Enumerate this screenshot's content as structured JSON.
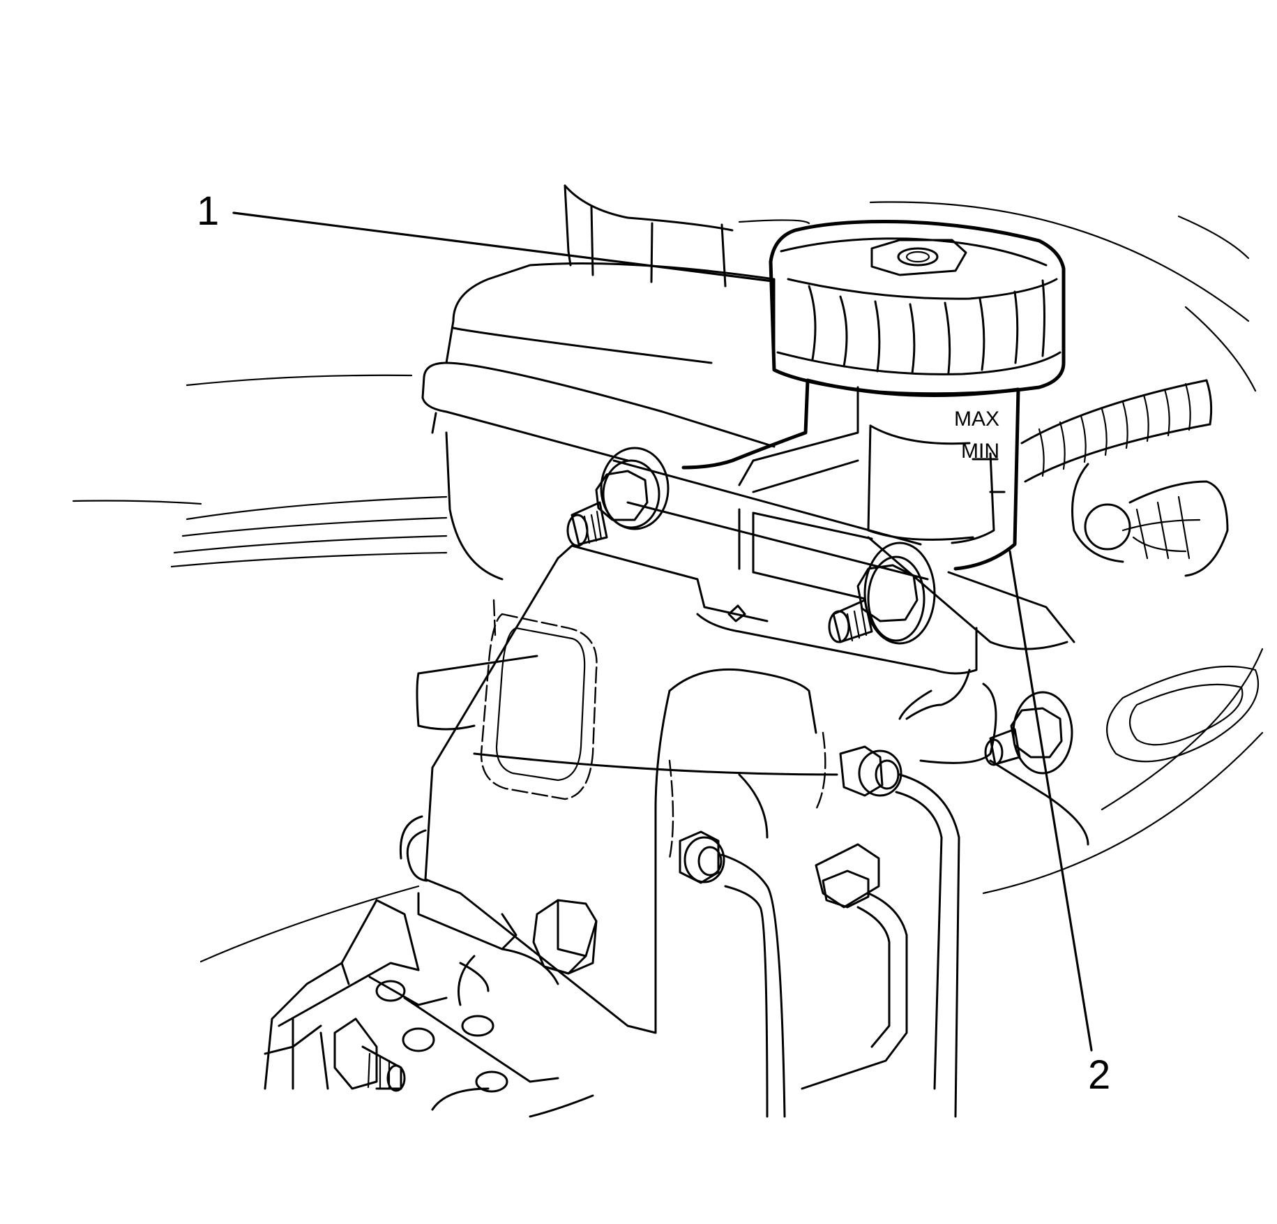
{
  "callouts": [
    {
      "id": "1",
      "label": "1"
    },
    {
      "id": "2",
      "label": "2"
    }
  ],
  "reservoir_marks": {
    "max": "MAX",
    "min": "MIN"
  },
  "colors": {
    "line": "#000000",
    "background": "#ffffff"
  }
}
